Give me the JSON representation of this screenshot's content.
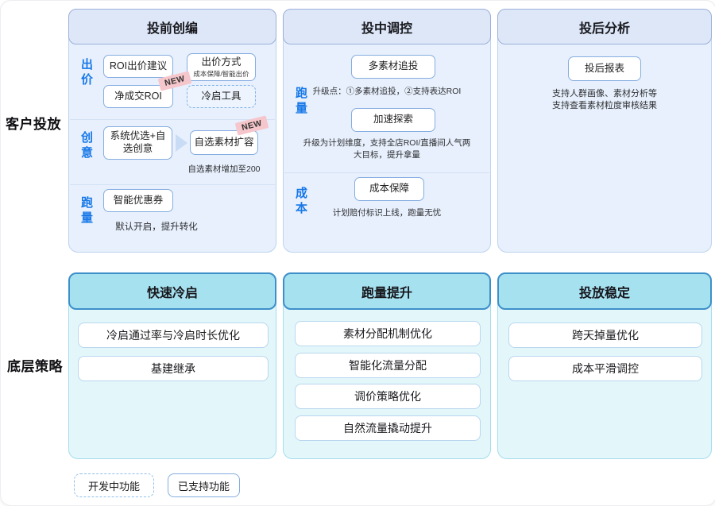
{
  "diagram": {
    "row_labels": [
      {
        "label": "客户投放"
      },
      {
        "label": "底层策略"
      }
    ],
    "badge_new": "NEW",
    "top_panels": [
      {
        "header": "投前创编",
        "sections": [
          {
            "label": "出价",
            "roi_suggest": "ROI出价建议",
            "bid_method_title": "出价方式",
            "bid_method_sub": "成本保障/智能出价",
            "net_roi": "净成交ROI",
            "cold_tool": "冷启工具"
          },
          {
            "label": "创意",
            "sys_select": "系统优选+自选创意",
            "material_expand": "自选素材扩容",
            "note": "自选素材增加至200"
          },
          {
            "label": "跑量",
            "smart_coupon": "智能优惠券",
            "note": "默认开启，提升转化"
          }
        ]
      },
      {
        "header": "投中调控",
        "sections": [
          {
            "label": "跑量",
            "multi_material": "多素材追投",
            "multi_material_note": "升级点：①多素材追投，②支持表达ROI",
            "accelerate": "加速探索",
            "accelerate_note": "升级为计划维度，支持全店ROI/直播间人气两大目标，提升拿量"
          },
          {
            "label": "成本",
            "cost_guarantee": "成本保障",
            "note": "计划赔付标识上线，跑量无忧"
          }
        ]
      },
      {
        "header": "投后分析",
        "report": "投后报表",
        "note_line1": "支持人群画像、素材分析等",
        "note_line2": "支持查看素材粒度审核结果"
      }
    ],
    "bottom_panels": [
      {
        "header": "快速冷启",
        "items": [
          "冷启通过率与冷启时长优化",
          "基建继承"
        ]
      },
      {
        "header": "跑量提升",
        "items": [
          "素材分配机制优化",
          "智能化流量分配",
          "调价策略优化",
          "自然流量撬动提升"
        ]
      },
      {
        "header": "投放稳定",
        "items": [
          "跨天掉量优化",
          "成本平滑调控"
        ]
      }
    ],
    "legend": {
      "developing": "开发中功能",
      "supported": "已支持功能"
    },
    "colors": {
      "top_header_bg": "#dde7f8",
      "top_header_border": "#9cafd9",
      "top_body_bg": "#e7f0fc",
      "bottom_header_bg": "#a6e1f0",
      "bottom_header_border": "#3e8fc9",
      "bottom_body_bg": "#e3f7fb",
      "accent_blue": "#1878e8",
      "new_badge_bg": "#f5c6cb",
      "box_border": "#86ade0"
    }
  }
}
